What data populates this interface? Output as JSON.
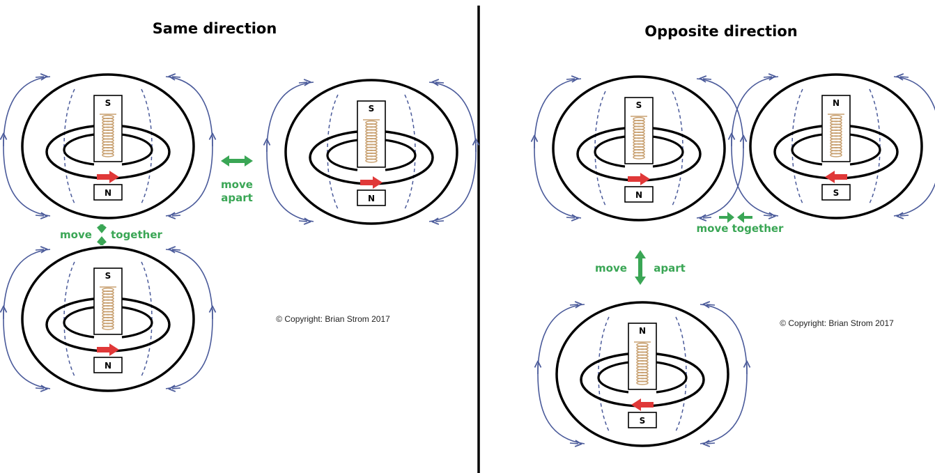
{
  "panels": {
    "left": {
      "title": "Same direction",
      "copyright": "© Copyright: Brian Strom 2017",
      "labels": {
        "move_apart_line1": "move",
        "move_apart_line2": "apart",
        "move_together_left": "move",
        "move_together_right": "together"
      },
      "tori": [
        {
          "top_pole": "S",
          "bottom_pole": "N",
          "current_direction": "right"
        },
        {
          "top_pole": "S",
          "bottom_pole": "N",
          "current_direction": "right"
        },
        {
          "top_pole": "S",
          "bottom_pole": "N",
          "current_direction": "right"
        }
      ]
    },
    "right": {
      "title": "Opposite direction",
      "copyright": "© Copyright: Brian Strom 2017",
      "labels": {
        "move_together": "move together",
        "move_apart_left": "move",
        "move_apart_right": "apart"
      },
      "tori": [
        {
          "top_pole": "S",
          "bottom_pole": "N",
          "current_direction": "right"
        },
        {
          "top_pole": "N",
          "bottom_pole": "S",
          "current_direction": "left"
        },
        {
          "top_pole": "N",
          "bottom_pole": "S",
          "current_direction": "left"
        }
      ]
    }
  },
  "colors": {
    "field_lines": "#4a5a9a",
    "coil": "#c8a070",
    "current_arrow": "#e03838",
    "motion_arrow": "#3aa655",
    "outline": "#000000"
  }
}
